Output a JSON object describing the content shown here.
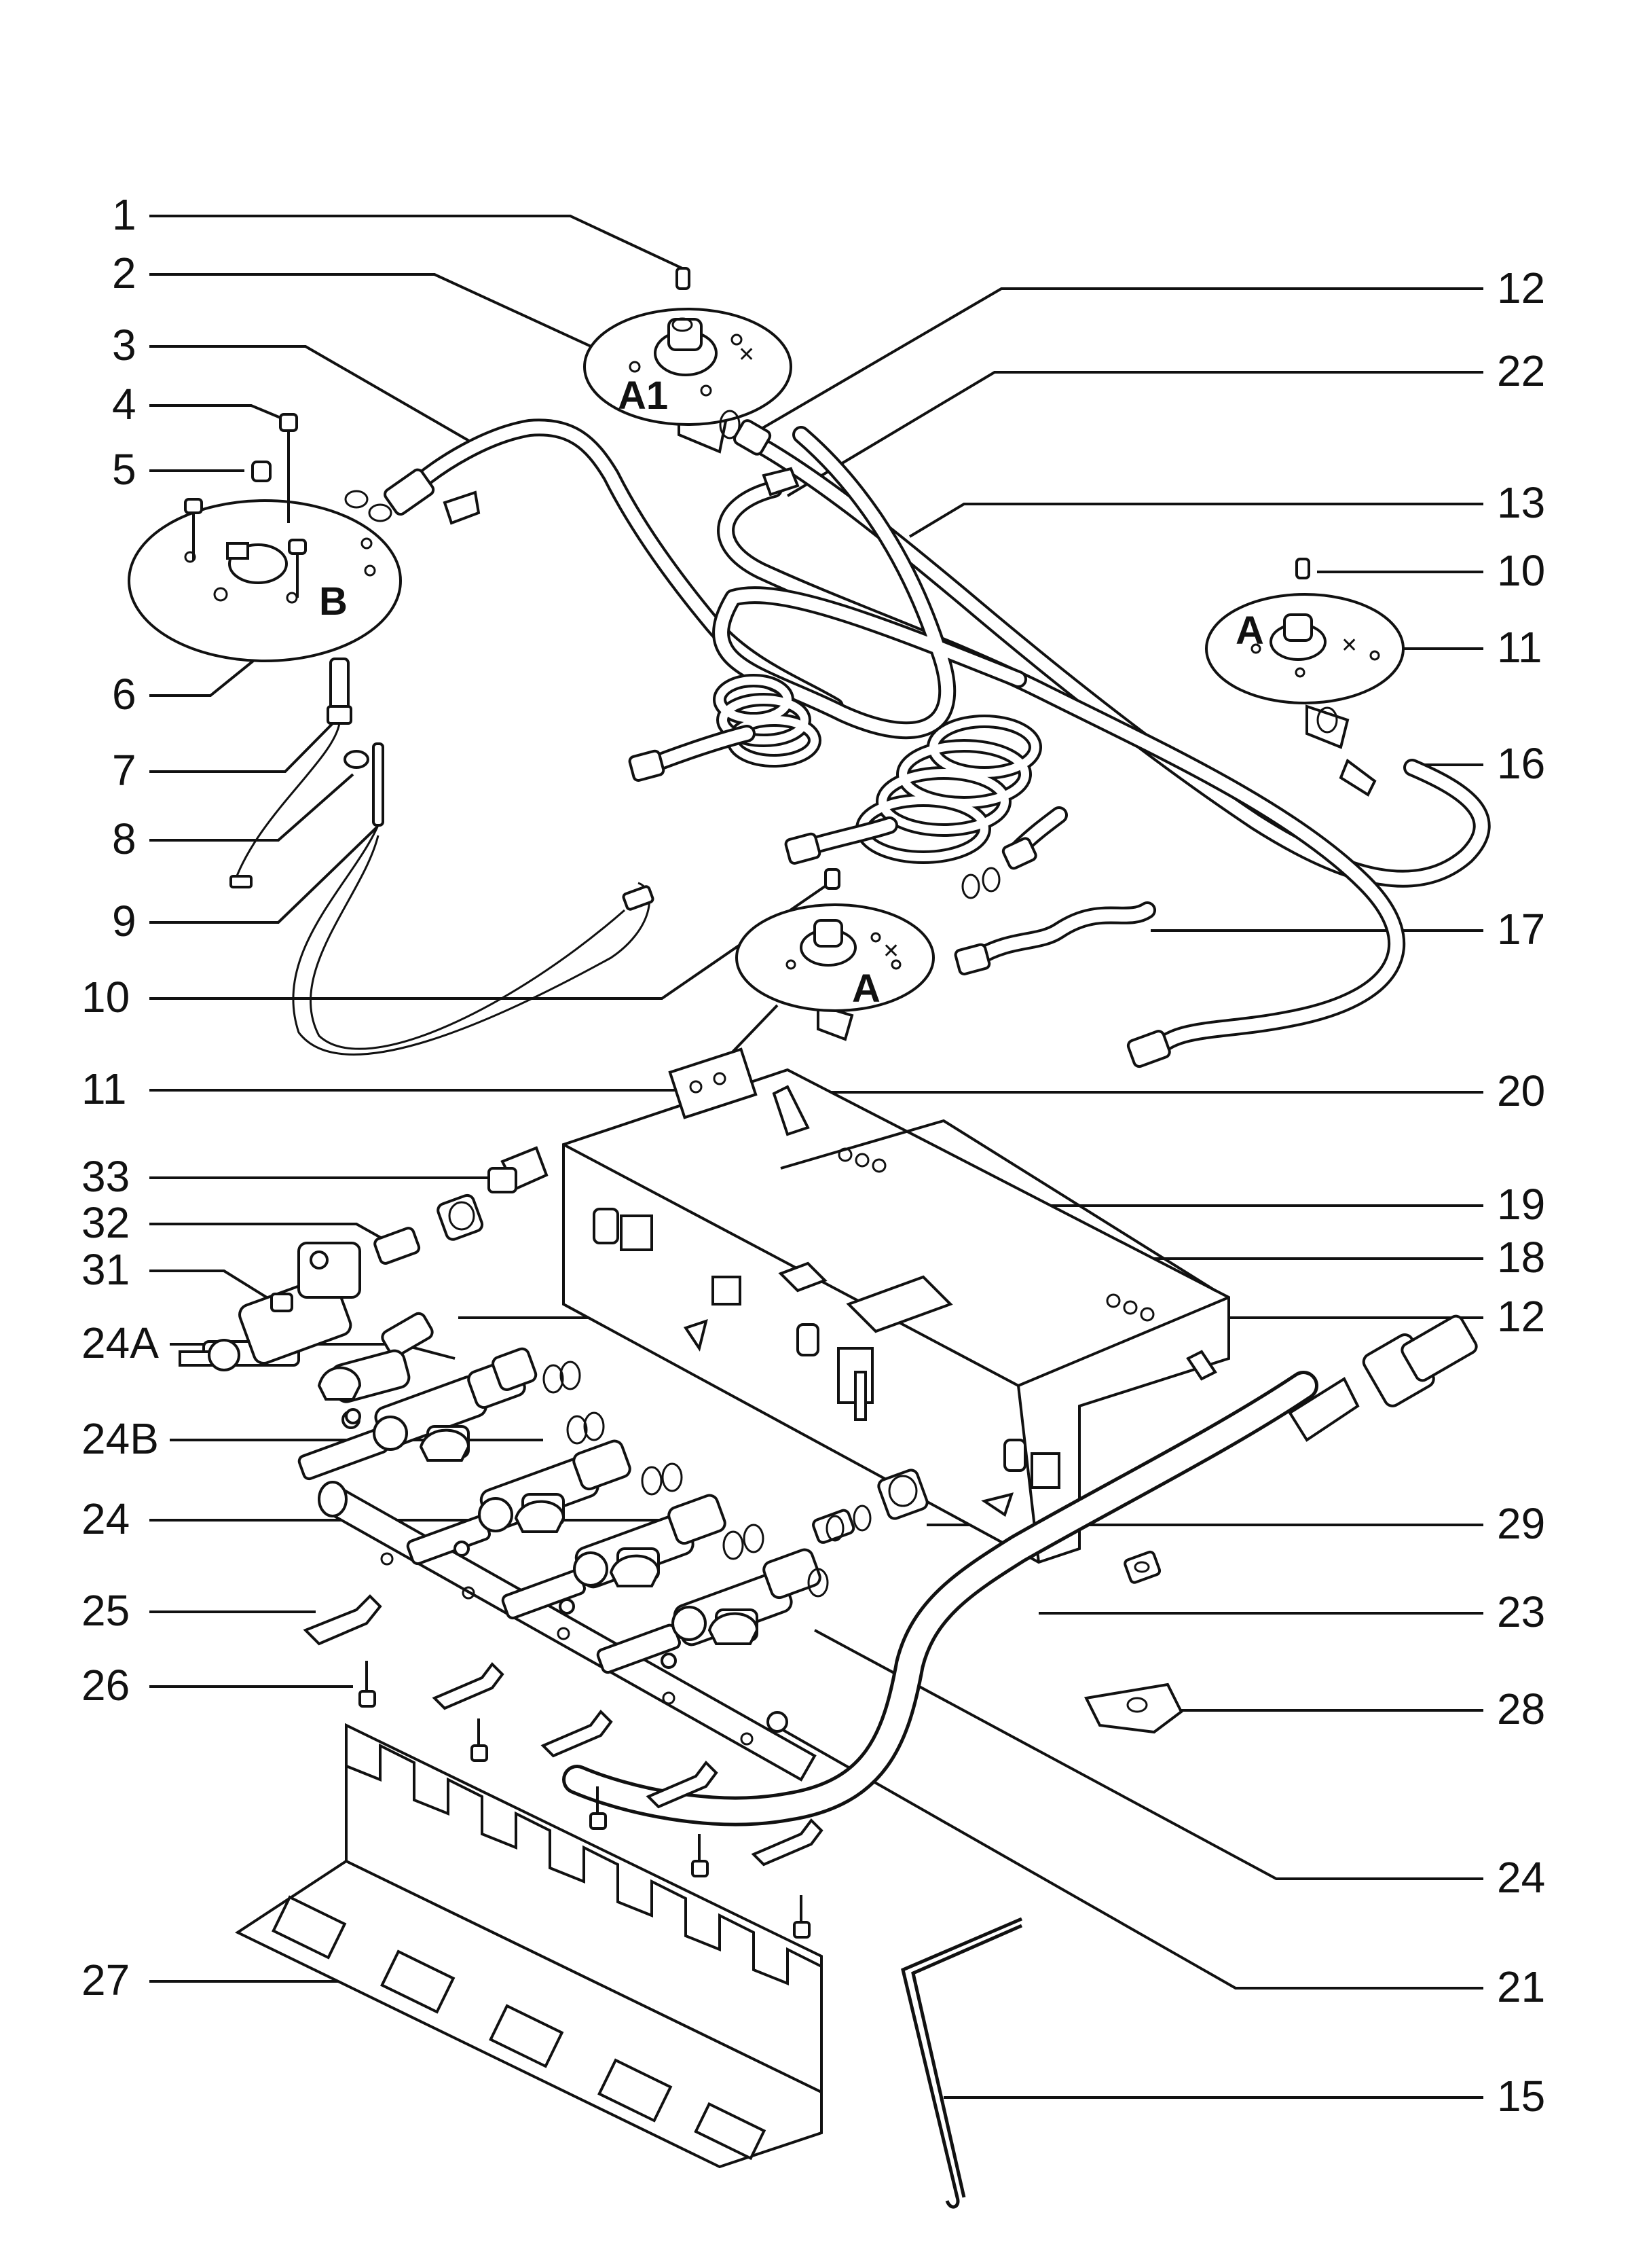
{
  "callouts_left": [
    {
      "id": "1",
      "text": "1"
    },
    {
      "id": "2",
      "text": "2"
    },
    {
      "id": "3",
      "text": "3"
    },
    {
      "id": "4",
      "text": "4"
    },
    {
      "id": "5",
      "text": "5"
    },
    {
      "id": "6",
      "text": "6"
    },
    {
      "id": "7",
      "text": "7"
    },
    {
      "id": "8",
      "text": "8"
    },
    {
      "id": "9",
      "text": "9"
    },
    {
      "id": "10",
      "text": "10"
    },
    {
      "id": "11",
      "text": "11"
    },
    {
      "id": "33",
      "text": "33"
    },
    {
      "id": "32",
      "text": "32"
    },
    {
      "id": "31",
      "text": "31"
    },
    {
      "id": "24A",
      "text": "24A"
    },
    {
      "id": "24B",
      "text": "24B"
    },
    {
      "id": "24",
      "text": "24"
    },
    {
      "id": "25",
      "text": "25"
    },
    {
      "id": "26",
      "text": "26"
    },
    {
      "id": "27",
      "text": "27"
    }
  ],
  "callouts_right": [
    {
      "id": "12a",
      "text": "12"
    },
    {
      "id": "22",
      "text": "22"
    },
    {
      "id": "13",
      "text": "13"
    },
    {
      "id": "10b",
      "text": "10"
    },
    {
      "id": "11b",
      "text": "11"
    },
    {
      "id": "16",
      "text": "16"
    },
    {
      "id": "17",
      "text": "17"
    },
    {
      "id": "20",
      "text": "20"
    },
    {
      "id": "19",
      "text": "19"
    },
    {
      "id": "18",
      "text": "18"
    },
    {
      "id": "12b",
      "text": "12"
    },
    {
      "id": "29",
      "text": "29"
    },
    {
      "id": "23",
      "text": "23"
    },
    {
      "id": "28",
      "text": "28"
    },
    {
      "id": "24b",
      "text": "24"
    },
    {
      "id": "21",
      "text": "21"
    },
    {
      "id": "15",
      "text": "15"
    }
  ],
  "plate_marks": {
    "a1": "A1",
    "b": "B",
    "a_right": "A",
    "a_center": "A"
  }
}
